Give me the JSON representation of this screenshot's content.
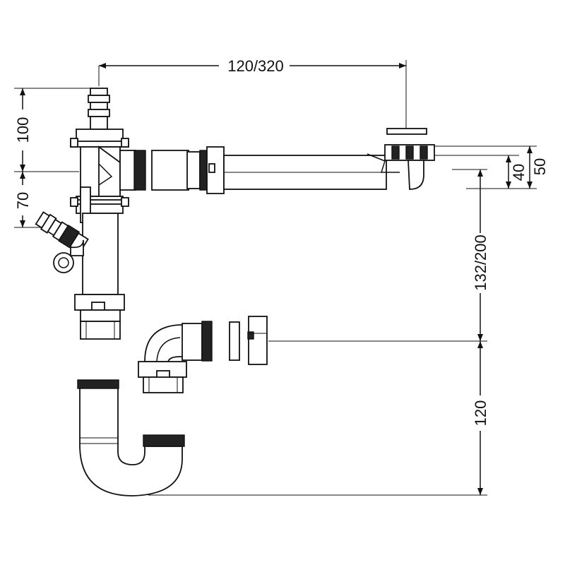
{
  "dimensions": {
    "top_horizontal": "120/320",
    "left_upper": "100",
    "left_lower": "70",
    "right_small_inner": "40",
    "right_small_outer": "50",
    "right_middle": "132/200",
    "right_lower": "120"
  },
  "colors": {
    "line": "#111111",
    "fill": "#ffffff",
    "thread": "#222222"
  }
}
